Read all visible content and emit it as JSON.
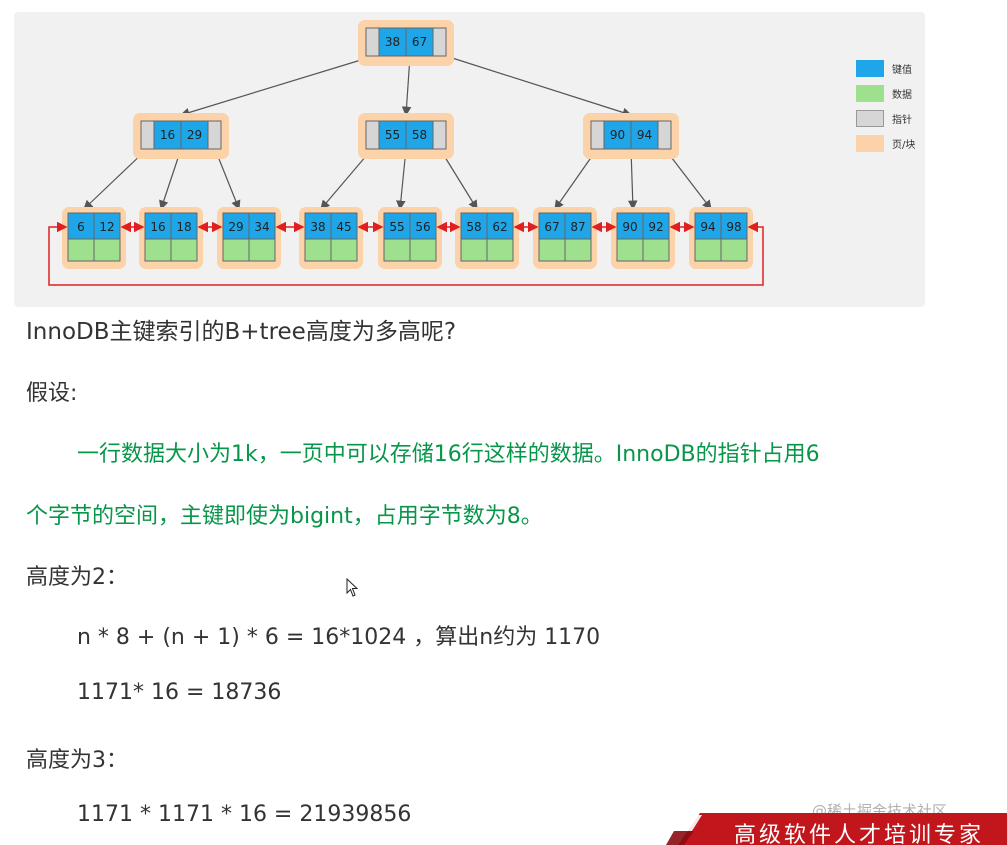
{
  "colors": {
    "key": "#1ea6e8",
    "data": "#9fe08f",
    "pointer": "#d6d6d6",
    "page": "#fcd2a8",
    "leaf_link": "#e02020",
    "text_green": "#07964a",
    "banner": "#c0161c"
  },
  "legend": [
    {
      "label": "键值",
      "color": "#1ea6e8"
    },
    {
      "label": "数据",
      "color": "#9fe08f"
    },
    {
      "label": "指针",
      "color": "#d6d6d6"
    },
    {
      "label": "页/块",
      "color": "#fcd2a8"
    }
  ],
  "tree": {
    "root": [
      "38",
      "67"
    ],
    "internal": [
      [
        "16",
        "29"
      ],
      [
        "55",
        "58"
      ],
      [
        "90",
        "94"
      ]
    ],
    "leaves": [
      [
        "6",
        "12"
      ],
      [
        "16",
        "18"
      ],
      [
        "29",
        "34"
      ],
      [
        "38",
        "45"
      ],
      [
        "55",
        "56"
      ],
      [
        "58",
        "62"
      ],
      [
        "67",
        "87"
      ],
      [
        "90",
        "92"
      ],
      [
        "94",
        "98"
      ]
    ]
  },
  "content": {
    "heading": "InnoDB主键索引的B+tree高度为多高呢?",
    "assume_label": "假设:",
    "assume_line1": "一行数据大小为1k，一页中可以存储16行这样的数据。InnoDB的指针占用6",
    "assume_line2": "个字节的空间，主键即使为bigint，占用字节数为8。",
    "height2_label": "高度为2：",
    "formula1": "n * 8 + (n + 1) * 6 = 16*1024 ，算出n约为 1170",
    "formula2": "1171* 16 = 18736",
    "height3_label": "高度为3：",
    "formula3": "1171 * 1171 * 16 = 21939856"
  },
  "watermark": "@稀土掘金技术社区",
  "banner": "高级软件人才培训专家"
}
